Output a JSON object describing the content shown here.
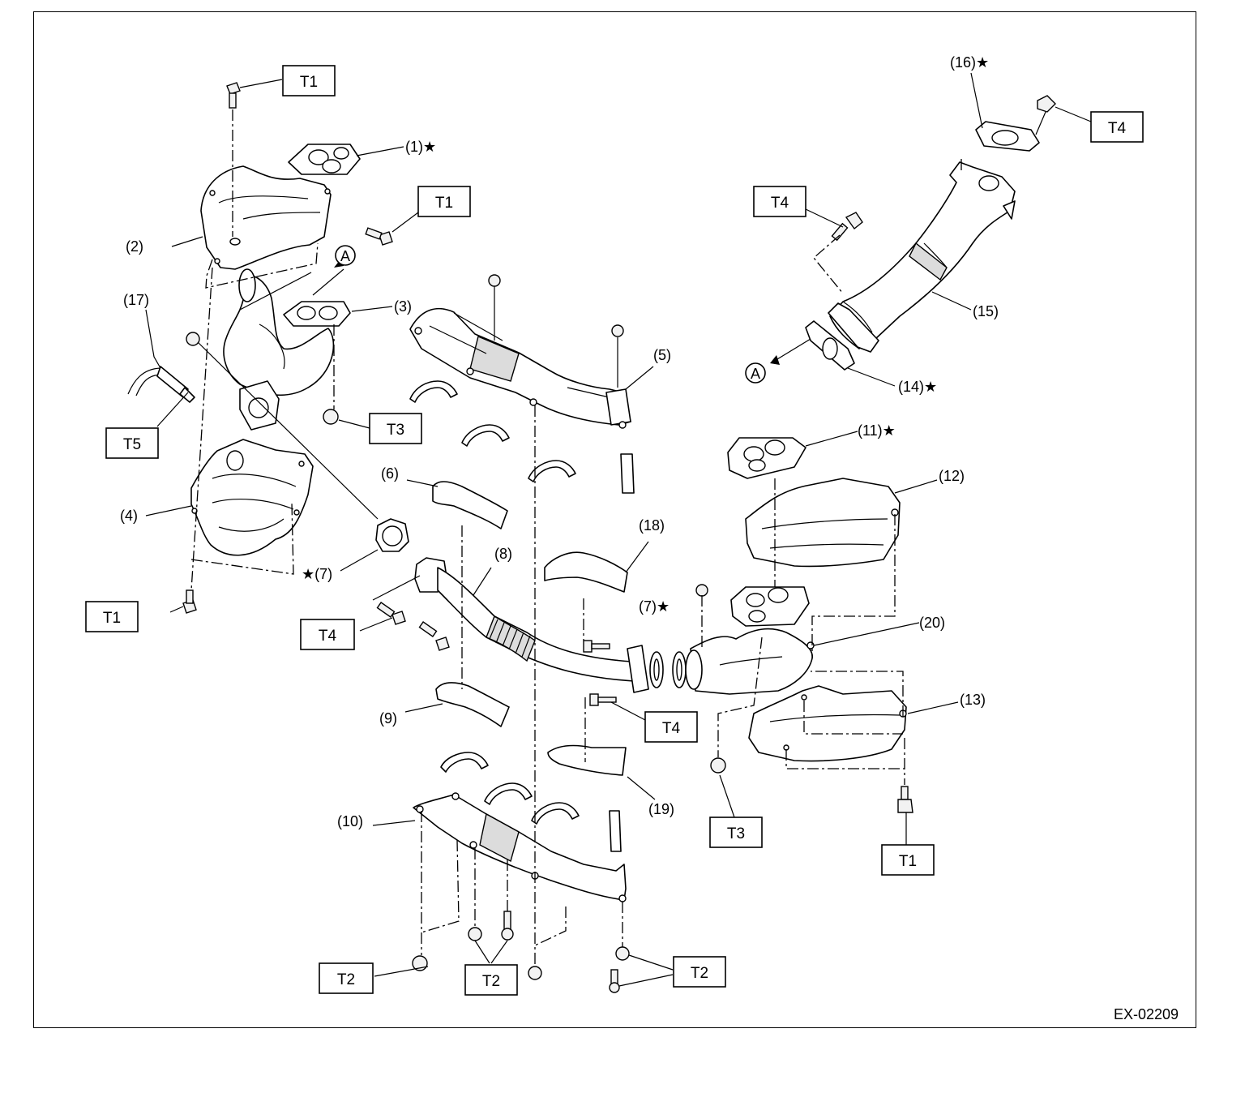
{
  "figure_code": "EX-02209",
  "part_labels": [
    "(1)★",
    "(2)",
    "(3)",
    "(4)",
    "(5)",
    "(6)",
    "★(7)",
    "(7)★",
    "(8)",
    "(9)",
    "(10)",
    "(11)★",
    "(12)",
    "(13)",
    "(14)★",
    "(15)",
    "(16)★",
    "(17)",
    "(18)",
    "(19)",
    "(20)"
  ],
  "torque_labels": [
    "T1",
    "T1",
    "T1",
    "T1",
    "T5",
    "T3",
    "T4",
    "T4",
    "T4",
    "T4",
    "T3",
    "T2",
    "T2",
    "T2"
  ],
  "callout_letters": [
    "A",
    "A"
  ]
}
